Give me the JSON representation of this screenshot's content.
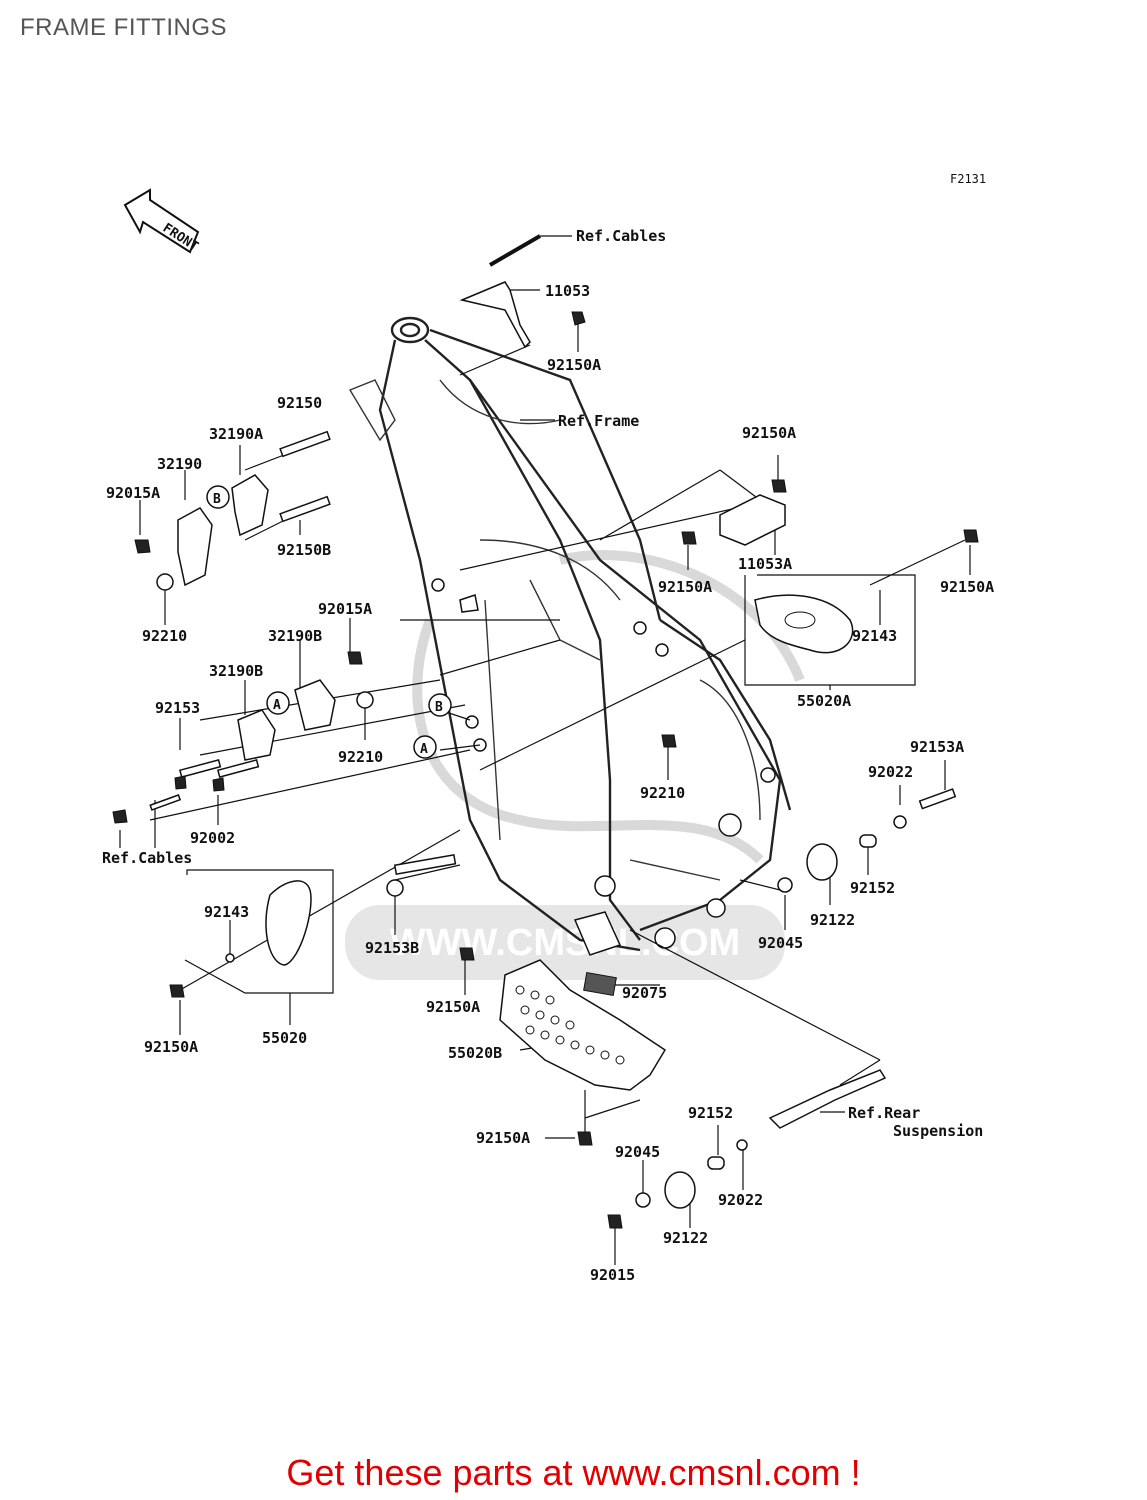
{
  "title": "FRAME FITTINGS",
  "figure_code": "F2131",
  "front_marker": "FRONT",
  "markers": {
    "a": "A",
    "b": "B"
  },
  "watermark": "WWW.CMSNL.COM",
  "refs": {
    "cables_top": "Ref.Cables",
    "frame": "Ref.Frame",
    "cables_left": "Ref.Cables",
    "rear_suspension_1": "Ref.Rear",
    "rear_suspension_2": "Suspension"
  },
  "parts": {
    "p11053": "11053",
    "p92150A_top": "92150A",
    "p92150": "92150",
    "p32190A": "32190A",
    "p32190": "32190",
    "p92015A_left": "92015A",
    "p92150B": "92150B",
    "p92210_left": "92210",
    "p92015A_mid": "92015A",
    "p32190B_1": "32190B",
    "p32190B_2": "32190B",
    "p92153": "92153",
    "p92210_mid": "92210",
    "p92002": "92002",
    "p92150A_r1": "92150A",
    "p11053A": "11053A",
    "p92150A_r2": "92150A",
    "p92150A_r3": "92150A",
    "p92143_r": "92143",
    "p55020A": "55020A",
    "p92153A": "92153A",
    "p92022_r": "92022",
    "p92210_c": "92210",
    "p92152_r": "92152",
    "p92122_r": "92122",
    "p92045_r": "92045",
    "p92143_l": "92143",
    "p92153B": "92153B",
    "p92150A_c": "92150A",
    "p92075": "92075",
    "p55020": "55020",
    "p92150A_l": "92150A",
    "p55020B": "55020B",
    "p92150A_b": "92150A",
    "p92152_b": "92152",
    "p92045_b": "92045",
    "p92022_b": "92022",
    "p92122_b": "92122",
    "p92015": "92015"
  },
  "footer": "Get these parts at www.cmsnl.com !"
}
